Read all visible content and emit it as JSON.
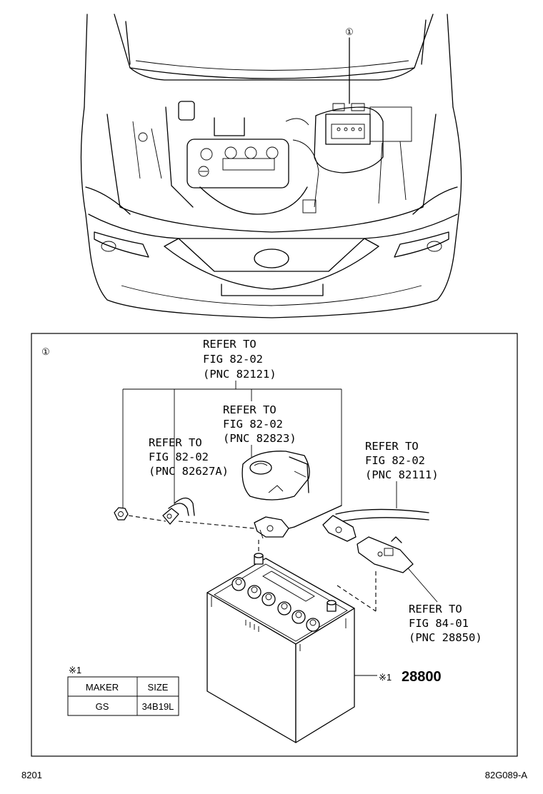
{
  "callout_number": "①",
  "refs": [
    {
      "line1": "REFER TO",
      "line2": "FIG 82-02",
      "line3": "(PNC 82121)"
    },
    {
      "line1": "REFER TO",
      "line2": "FIG 82-02",
      "line3": "(PNC 82823)"
    },
    {
      "line1": "REFER TO",
      "line2": "FIG 82-02",
      "line3": "(PNC 82627A)"
    },
    {
      "line1": "REFER TO",
      "line2": "FIG 82-02",
      "line3": "(PNC 82111)"
    },
    {
      "line1": "REFER TO",
      "line2": "FIG 84-01",
      "line3": "(PNC 28850)"
    }
  ],
  "part": {
    "mark": "※1",
    "number": "28800"
  },
  "spec_table": {
    "note_mark": "※1",
    "headers": [
      "MAKER",
      "SIZE"
    ],
    "rows": [
      [
        "GS",
        "34B19L"
      ]
    ]
  },
  "footer": {
    "left": "8201",
    "right": "82G089-A"
  }
}
